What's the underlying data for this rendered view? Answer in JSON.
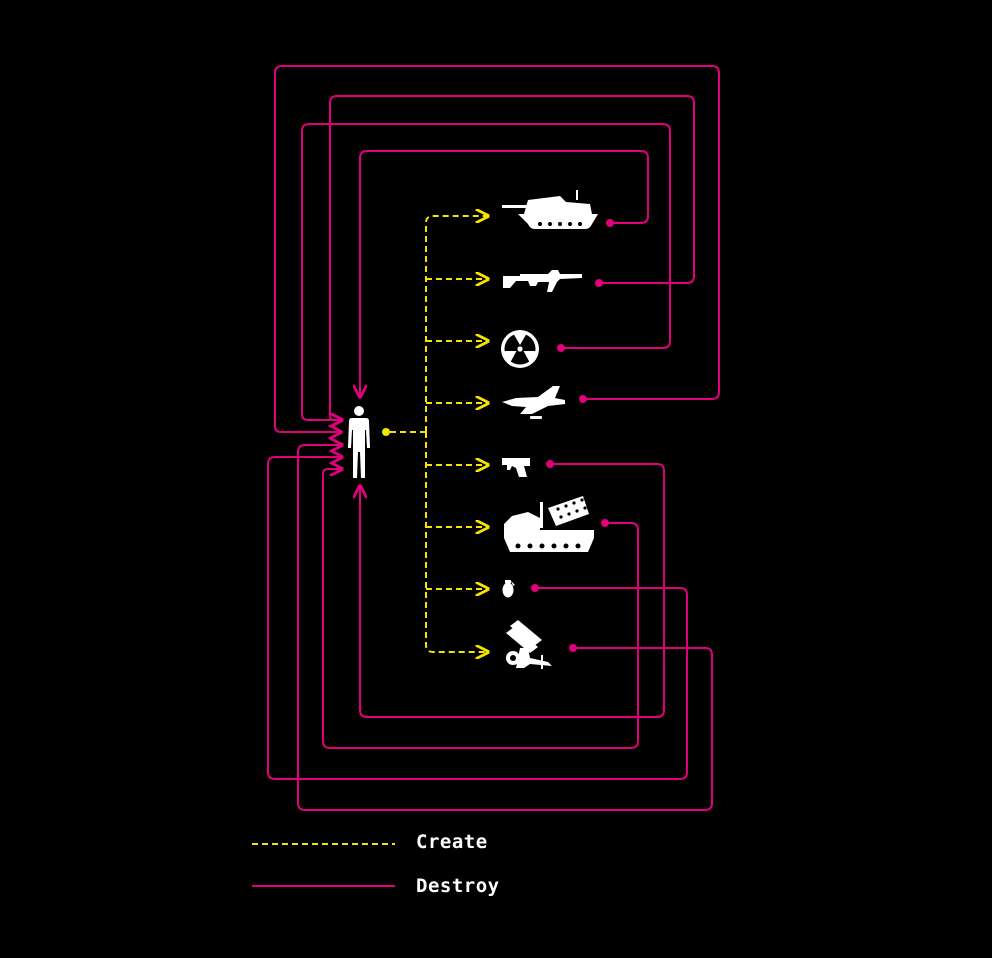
{
  "colors": {
    "background": "#000000",
    "create": "#f5e400",
    "destroy": "#e0007a",
    "icon": "#ffffff"
  },
  "legend": {
    "create_label": "Create",
    "destroy_label": "Destroy"
  },
  "nodes": {
    "source": {
      "icon": "human-figure-icon"
    },
    "targets": [
      {
        "id": "tank",
        "icon": "tank-icon"
      },
      {
        "id": "rifle",
        "icon": "rifle-icon"
      },
      {
        "id": "nuclear",
        "icon": "radiation-icon"
      },
      {
        "id": "jet",
        "icon": "fighter-jet-icon"
      },
      {
        "id": "pistol",
        "icon": "pistol-icon"
      },
      {
        "id": "rocket-launcher",
        "icon": "rocket-launcher-vehicle-icon"
      },
      {
        "id": "grenade",
        "icon": "grenade-icon"
      },
      {
        "id": "missile-launcher",
        "icon": "missile-launcher-icon"
      }
    ]
  },
  "edges": {
    "create": [
      {
        "from": "source",
        "to": "tank"
      },
      {
        "from": "source",
        "to": "rifle"
      },
      {
        "from": "source",
        "to": "nuclear"
      },
      {
        "from": "source",
        "to": "jet"
      },
      {
        "from": "source",
        "to": "pistol"
      },
      {
        "from": "source",
        "to": "rocket-launcher"
      },
      {
        "from": "source",
        "to": "grenade"
      },
      {
        "from": "source",
        "to": "missile-launcher"
      }
    ],
    "destroy": [
      {
        "from": "tank",
        "to": "source"
      },
      {
        "from": "rifle",
        "to": "source"
      },
      {
        "from": "nuclear",
        "to": "source"
      },
      {
        "from": "jet",
        "to": "source"
      },
      {
        "from": "pistol",
        "to": "source"
      },
      {
        "from": "rocket-launcher",
        "to": "source"
      },
      {
        "from": "grenade",
        "to": "source"
      },
      {
        "from": "missile-launcher",
        "to": "source"
      }
    ]
  }
}
